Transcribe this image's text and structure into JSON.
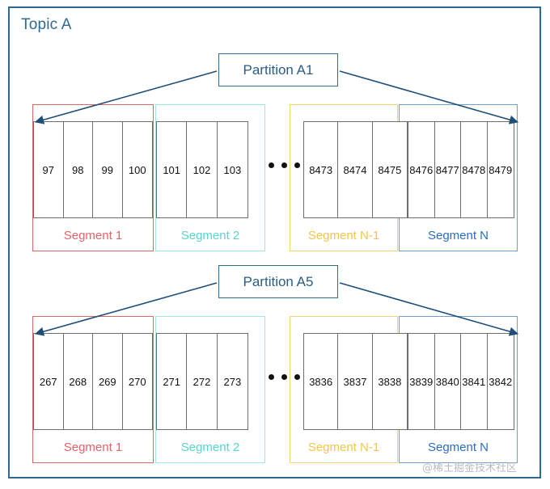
{
  "topic": {
    "title": "Topic A",
    "frame_color": "#2e6b8e"
  },
  "watermark": "@稀土掘金技术社区",
  "partitions": [
    {
      "label": "Partition A1",
      "segments": [
        {
          "name": "Segment 1",
          "color": "#e8606a",
          "border": "#e06666",
          "offsets": [
            "97",
            "98",
            "99",
            "100"
          ]
        },
        {
          "name": "Segment 2",
          "color": "#5ad4cc",
          "border": "#9de8e3",
          "offsets": [
            "101",
            "102",
            "103"
          ]
        },
        {
          "name": "Segment N-1",
          "color": "#f0c64e",
          "border": "#f5d372",
          "offsets": [
            "8473",
            "8474",
            "8475"
          ]
        },
        {
          "name": "Segment N",
          "color": "#2a6fc0",
          "border": "#6f9fd0",
          "offsets": [
            "8476",
            "8477",
            "8478",
            "8479"
          ]
        }
      ]
    },
    {
      "label": "Partition A5",
      "segments": [
        {
          "name": "Segment 1",
          "color": "#e8606a",
          "border": "#e06666",
          "offsets": [
            "267",
            "268",
            "269",
            "270"
          ]
        },
        {
          "name": "Segment 2",
          "color": "#5ad4cc",
          "border": "#9de8e3",
          "offsets": [
            "271",
            "272",
            "273"
          ]
        },
        {
          "name": "Segment N-1",
          "color": "#f0c64e",
          "border": "#f5d372",
          "offsets": [
            "3836",
            "3837",
            "3838"
          ]
        },
        {
          "name": "Segment N",
          "color": "#2a6fc0",
          "border": "#6f9fd0",
          "offsets": [
            "3839",
            "3840",
            "3841",
            "3842"
          ]
        }
      ]
    }
  ],
  "ellipsis_glyph": "• • •",
  "arrow_color": "#1f4e79"
}
